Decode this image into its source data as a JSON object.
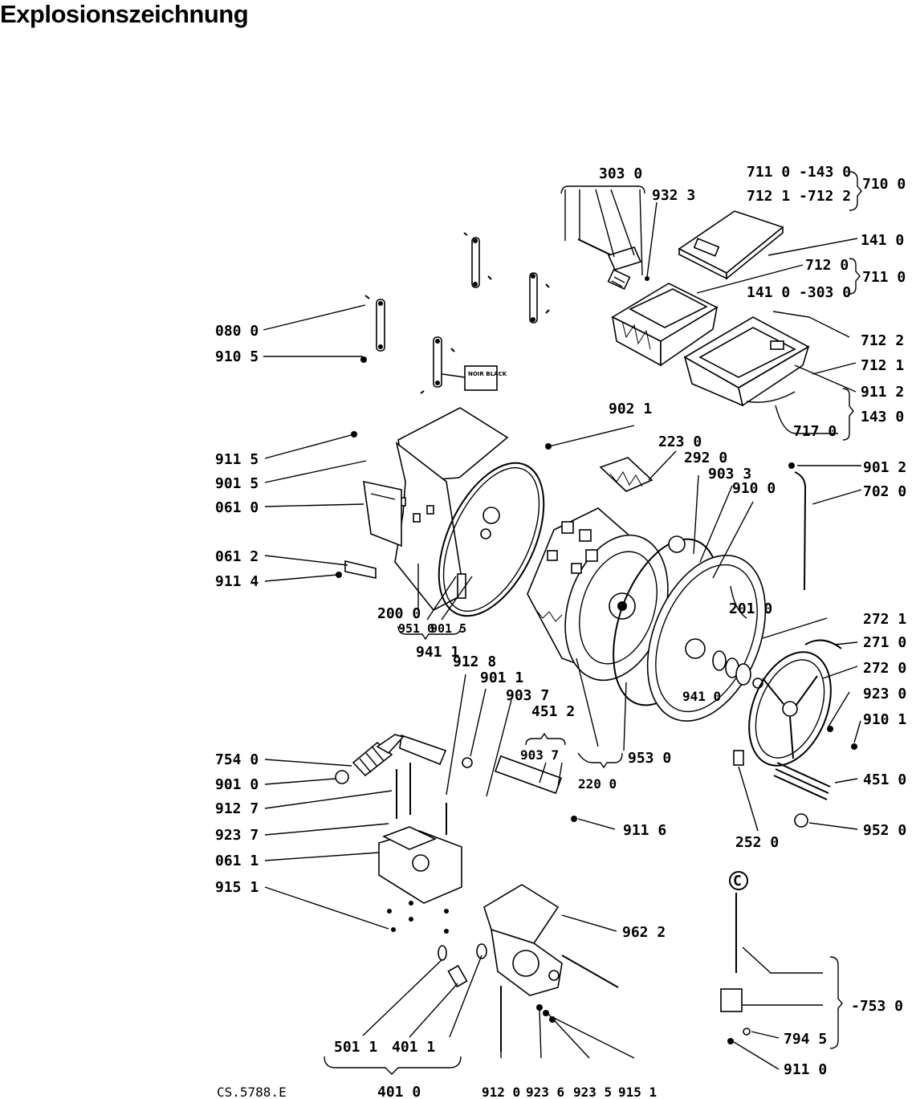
{
  "title": "Explosionszeichnung",
  "drawing_code": "CS.5788.E",
  "tag_noir_black": "NOIR BLACK",
  "circle_marker": "C",
  "callouts": {
    "l3030": "303 0",
    "l9323": "932 3",
    "l7110_1430": "711 0 -143 0",
    "l7121_7122": "712 1 -712 2",
    "l7100": "710 0",
    "l1410": "141 0",
    "l7120": "712 0",
    "l7110": "711 0",
    "l1410_3030": "141 0 -303 0",
    "l7122": "712 2",
    "l7121": "712 1",
    "l9112": "911 2",
    "l7170": "717 0",
    "l1430": "143 0",
    "l0800": "080 0",
    "l9105": "910 5",
    "l9021": "902 1",
    "l2230": "223 0",
    "l2920": "292 0",
    "l9033": "903 3",
    "l9100": "910 0",
    "l9012": "901 2",
    "l7020": "702 0",
    "l9115": "911 5",
    "l9015a": "901 5",
    "l0610": "061 0",
    "l0612": "061 2",
    "l9114": "911 4",
    "l2000": "200 0",
    "l9510": "951 0",
    "l9015b": "901 5",
    "l9411": "941 1",
    "l2010": "201 0",
    "l2721": "272 1",
    "l2710": "271 0",
    "l2720": "272 0",
    "l9230": "923 0",
    "l9101": "910 1",
    "l9410": "941 0",
    "l9128": "912 8",
    "l9011": "901 1",
    "l9037a": "903 7",
    "l4512": "451 2",
    "l9037b": "903 7",
    "l2200": "220 0",
    "l9530": "953 0",
    "l7540": "754 0",
    "l9010": "901 0",
    "l9127": "912 7",
    "l9237": "923 7",
    "l0611": "061 1",
    "l9151a": "915 1",
    "l9116": "911 6",
    "l2520": "252 0",
    "l4510": "451 0",
    "l9520": "952 0",
    "l9622": "962 2",
    "l7530": "-753 0",
    "l7945": "794 5",
    "l9110": "911 0",
    "l5011": "501 1",
    "l4011": "401 1",
    "l4010": "401 0",
    "l9120": "912 0",
    "l9236": "923 6",
    "l9235": "923 5",
    "l9151b": "915 1"
  }
}
